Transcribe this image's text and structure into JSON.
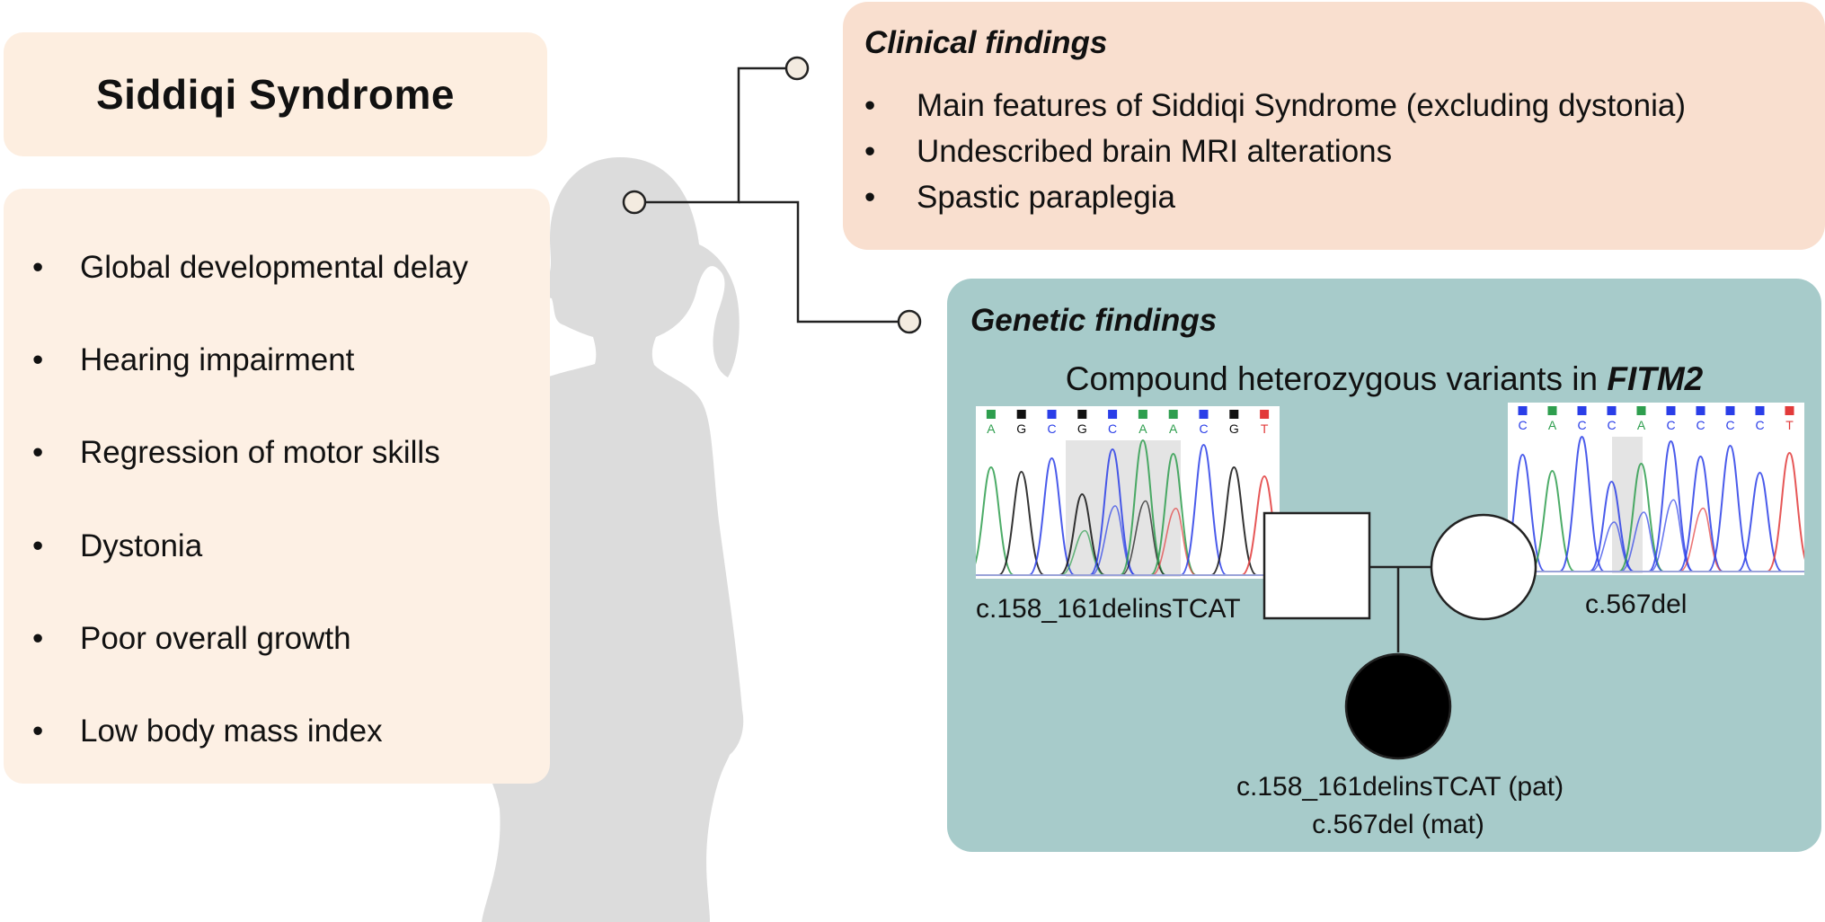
{
  "title": "Siddiqi Syndrome",
  "symptoms": [
    "Global developmental delay",
    "Hearing impairment",
    "Regression of motor skills",
    "Dystonia",
    "Poor overall growth",
    "Low body mass index"
  ],
  "clinical": {
    "title": "Clinical findings",
    "items": [
      "Main features of Siddiqi Syndrome (excluding dystonia)",
      "Undescribed brain MRI alterations",
      "Spastic paraplegia"
    ]
  },
  "genetic": {
    "title": "Genetic findings",
    "subtitle_prefix": "Compound heterozygous variants in ",
    "gene": "FITM2",
    "father_variant": "c.158_161delinsTCAT",
    "mother_variant": "c.567del",
    "child_variant_pat": "c.158_161delinsTCAT (pat)",
    "child_variant_mat": "c.567del (mat)",
    "left_sequence": [
      "A",
      "G",
      "C",
      "G",
      "C",
      "A",
      "A",
      "C",
      "G",
      "T"
    ],
    "right_sequence": [
      "C",
      "A",
      "C",
      "C",
      "A",
      "C",
      "C",
      "C",
      "C",
      "T"
    ]
  },
  "colors": {
    "title_box": "#fdeee0",
    "symptom_box": "#fdf0e4",
    "clinical_box": "#f9dfcf",
    "genetic_box": "#a7cbca",
    "silhouette": "#dcdcdc",
    "base_A": "#2e9e4e",
    "base_C": "#2a3ee8",
    "base_G": "#111111",
    "base_T": "#e23a3a"
  }
}
